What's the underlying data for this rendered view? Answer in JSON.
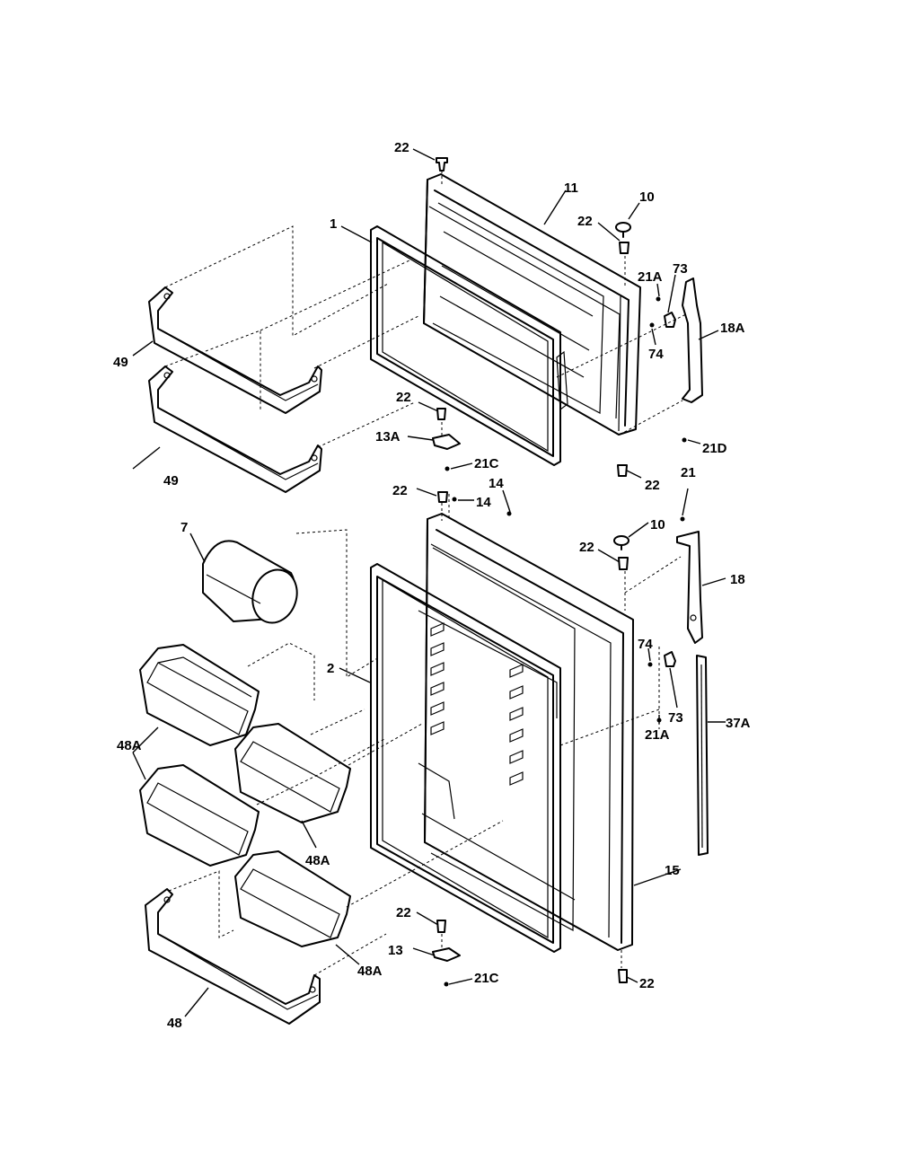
{
  "labels": {
    "l22a": "22",
    "l11": "11",
    "l10a": "10",
    "l22b": "22",
    "l1": "1",
    "l21A_a": "21A",
    "l73_a": "73",
    "l18A": "18A",
    "l74_a": "74",
    "l49a": "49",
    "l49b": "49",
    "l22c": "22",
    "l13A": "13A",
    "l21C_a": "21C",
    "l21D": "21D",
    "l22d": "22",
    "l14a": "14",
    "l22e": "22",
    "l14b": "14",
    "l21": "21",
    "l10b": "10",
    "l22f": "22",
    "l7": "7",
    "l18": "18",
    "l2": "2",
    "l74_b": "74",
    "l73_b": "73",
    "l21A_b": "21A",
    "l37A": "37A",
    "l48A_a": "48A",
    "l48A_b": "48A",
    "l48A_c": "48A",
    "l15": "15",
    "l22g": "22",
    "l13": "13",
    "l21C_b": "21C",
    "l22h": "22",
    "l48": "48"
  }
}
